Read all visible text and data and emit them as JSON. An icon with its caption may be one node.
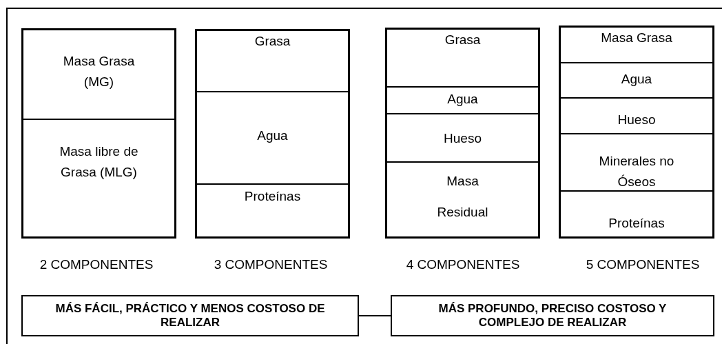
{
  "diagram": {
    "nodes": [
      {
        "text": [],
        "shape": "box",
        "beside": [
          "2 COMPONENTES"
        ]
      },
      {
        "text": [
          "Masa Grasa (MG)"
        ],
        "in": 0
      },
      {
        "text": [
          "Masa libre de Grasa (MLG)"
        ],
        "in": 0
      },
      {
        "text": [],
        "shape": "box",
        "beside": [
          "3 COMPONENTES"
        ]
      },
      {
        "text": [
          "Grasa"
        ],
        "in": 3
      },
      {
        "text": [
          "Agua"
        ],
        "in": 3
      },
      {
        "text": [
          "Proteínas"
        ],
        "in": 3
      },
      {
        "text": [],
        "shape": "box",
        "beside": [
          "4 COMPONENTES"
        ]
      },
      {
        "text": [
          "Grasa"
        ],
        "in": 7
      },
      {
        "text": [
          "Agua"
        ],
        "in": 7
      },
      {
        "text": [
          "Hueso"
        ],
        "in": 7
      },
      {
        "text": [
          "Masa Residual"
        ],
        "in": 7
      },
      {
        "text": [],
        "shape": "box",
        "beside": [
          "5 COMPONENTES"
        ]
      },
      {
        "text": [
          "Masa Grasa"
        ],
        "in": 12
      },
      {
        "text": [
          "Agua"
        ],
        "in": 12
      },
      {
        "text": [
          "Hueso"
        ],
        "in": 12
      },
      {
        "text": [
          "Minerales no Óseos"
        ],
        "in": 12
      },
      {
        "text": [
          "Proteínas"
        ],
        "in": 12
      },
      {
        "text": [
          "MÁS FÁCIL, PRÁCTICO Y MENOS COSTOSO DE REALIZAR"
        ]
      },
      {
        "text": [
          "MÁS PROFUNDO, PRECISO COSTOSO Y COMPLEJO DE REALIZAR"
        ]
      }
    ],
    "edges": [
      {
        "from": 18,
        "to": 19,
        "arrow": "none"
      }
    ]
  }
}
